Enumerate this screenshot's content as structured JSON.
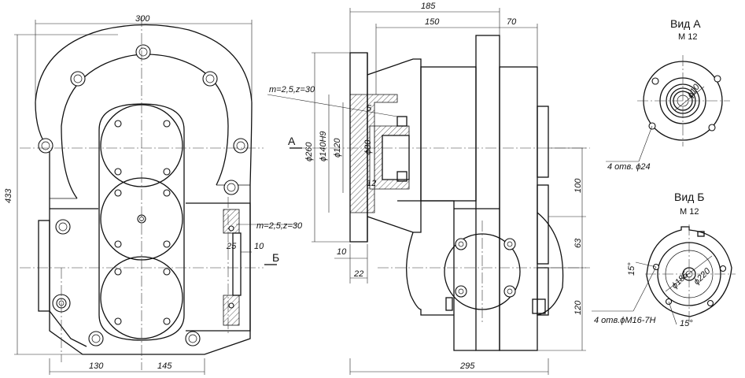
{
  "dimensions": {
    "width_300": "300",
    "height_433": "433",
    "bottom_130": "130",
    "bottom_145": "145",
    "top_185": "185",
    "top_150": "150",
    "top_70": "70",
    "d260": "ϕ260",
    "d140": "ϕ140H9",
    "d120": "ϕ120",
    "d80": "ϕ80",
    "gear_top": "m=2,5,z=30",
    "gear_side": "m=2,5,z=30",
    "d5": "5",
    "d12": "12",
    "d25": "25",
    "d10_left": "10",
    "d10_mid": "10",
    "d22": "22",
    "d100": "100",
    "d63": "63",
    "d120_right": "120",
    "d295": "295"
  },
  "markers": {
    "section_a": "А",
    "section_b": "Б"
  },
  "view_a": {
    "title": "Вид А",
    "scale": "М 12",
    "bore": "ϕ10",
    "holes": "4 отв. ϕ24"
  },
  "view_b": {
    "title": "Вид Б",
    "scale": "М 12",
    "pcd": "ϕ185",
    "bore": "ϕ220",
    "angle_top": "15°",
    "angle_bottom": "15°",
    "holes": "4 отв.ϕМ16-7Н"
  }
}
